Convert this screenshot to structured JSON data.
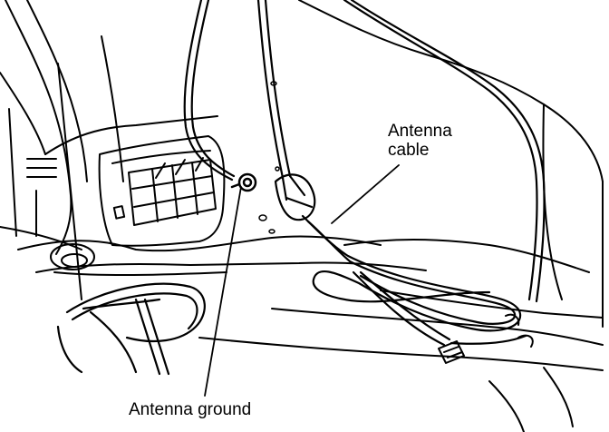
{
  "labels": {
    "antenna_cable_line1": "Antenna",
    "antenna_cable_line2": "cable",
    "antenna_ground": "Antenna ground"
  },
  "colors": {
    "ink": "#000000",
    "background": "#ffffff"
  }
}
